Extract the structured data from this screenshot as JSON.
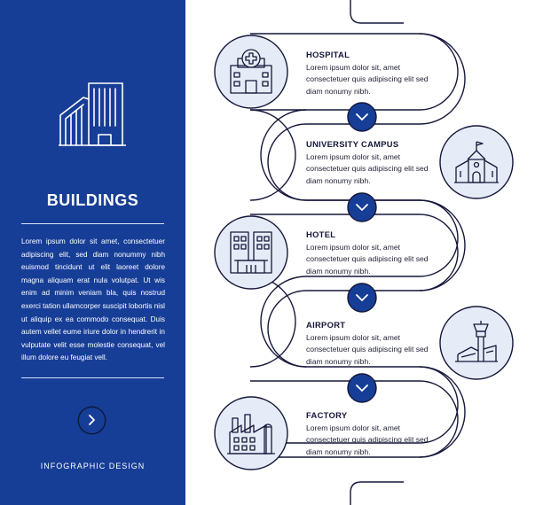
{
  "sidebar": {
    "title": "BUILDINGS",
    "body": "Lorem ipsum dolor sit amet, consectetuer adipiscing elit, sed diam nonummy nibh euismod tincidunt ut elit laoreet dolore magna aliquam erat nula volutpat. Ut wis enim ad minim veniam bla, quis nostrud exerci tation ullamcorper suscipit lobortis nisl ut aliquip ex ea commodo consequat. Duis autem vellet eume iriure dolor in hendrerit in vulputate velit esse molestie consequat, vel illum dolore eu feugiat vell.",
    "footer": "INFOGRAPHIC DESIGN",
    "hero_icon": "office-buildings-icon",
    "button_icon": "chevron-right-icon"
  },
  "steps": [
    {
      "title": "HOSPITAL",
      "text": "Lorem ipsum dolor sit, amet consectetuer quis adipiscing elit sed diam nonumy nibh.",
      "icon": "hospital-icon"
    },
    {
      "title": "UNIVERSITY CAMPUS",
      "text": "Lorem ipsum dolor sit, amet consectetuer quis adipiscing elit sed diam nonumy nibh.",
      "icon": "university-icon"
    },
    {
      "title": "HOTEL",
      "text": "Lorem ipsum dolor sit, amet consectetuer quis adipiscing elit sed diam nonumy nibh.",
      "icon": "hotel-icon"
    },
    {
      "title": "AIRPORT",
      "text": "Lorem ipsum dolor sit, amet consectetuer quis adipiscing elit sed diam nonumy nibh.",
      "icon": "airport-icon"
    },
    {
      "title": "FACTORY",
      "text": "Lorem ipsum dolor sit, amet consectetuer quis adipiscing elit sed diam nonumy nibh.",
      "icon": "factory-icon"
    }
  ],
  "connector_icon": "chevron-down-icon",
  "colors": {
    "brand": "#173e97",
    "icon_fill": "#e6ecf7",
    "line": "#15163a",
    "white": "#ffffff"
  }
}
